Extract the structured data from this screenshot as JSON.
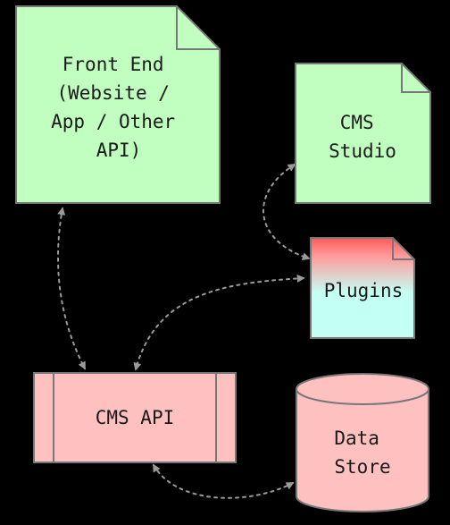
{
  "nodes": {
    "front_end": {
      "lines": [
        "Front End",
        "(Website /",
        "App / Other",
        "API)"
      ],
      "fill": "#c0ffc0",
      "shape": "note"
    },
    "cms_studio": {
      "lines": [
        "CMS",
        "Studio"
      ],
      "fill": "#c0ffc0",
      "shape": "note"
    },
    "plugins": {
      "lines": [
        "Plugins"
      ],
      "gradient_top": "#ff5a5a",
      "gradient_bottom": "#c4fff4",
      "shape": "note"
    },
    "cms_api": {
      "lines": [
        "CMS API"
      ],
      "fill": "#ffc0c0",
      "shape": "subroutine"
    },
    "data_store": {
      "lines": [
        "Data",
        "Store"
      ],
      "fill": "#ffc0c0",
      "shape": "cylinder"
    }
  },
  "edges": [
    {
      "from": "front_end",
      "to": "cms_api",
      "style": "dotted",
      "arrows": "both"
    },
    {
      "from": "cms_studio",
      "to": "plugins",
      "style": "dotted",
      "arrows": "both"
    },
    {
      "from": "plugins",
      "to": "cms_api",
      "style": "dotted",
      "arrows": "both"
    },
    {
      "from": "cms_api",
      "to": "data_store",
      "style": "dotted",
      "arrows": "both"
    }
  ],
  "colors": {
    "background": "#000000",
    "stroke": "#777777",
    "edge": "#9a9a9a",
    "text": "#1a1a1a"
  }
}
